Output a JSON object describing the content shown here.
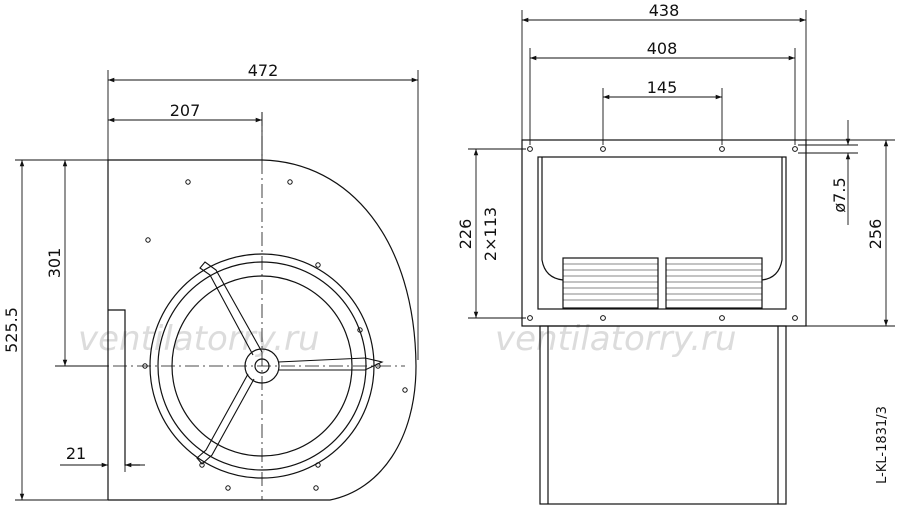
{
  "front_view": {
    "dims": {
      "width_total": "472",
      "width_to_axis": "207",
      "height_total": "525.5",
      "height_to_axis": "301",
      "outlet_offset": "21"
    }
  },
  "side_view": {
    "dims": {
      "width_total": "438",
      "width_holes": "408",
      "width_inner_holes": "145",
      "height_holes": "226",
      "height_half": "2×113",
      "height_flange": "256",
      "hole_diameter": "ø7.5"
    }
  },
  "drawing_code": "L-KL-1831/3",
  "watermark": "ventilatorry.ru",
  "colors": {
    "line": "#111111",
    "watermark": "#d6d6d6"
  }
}
